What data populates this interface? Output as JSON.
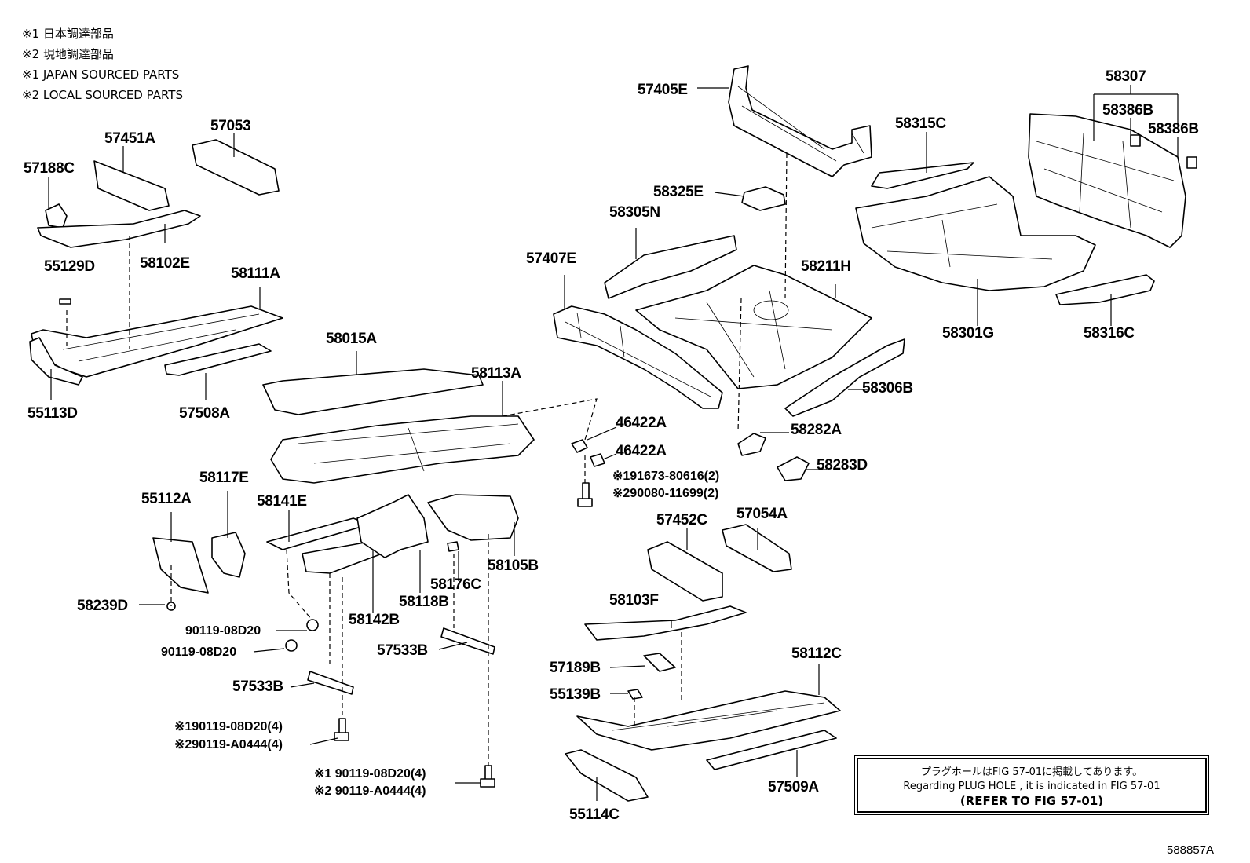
{
  "notes": [
    "※1 日本調達部品",
    "※2 現地調達部品",
    "※1 JAPAN SOURCED PARTS",
    "※2 LOCAL SOURCED PARTS"
  ],
  "labels": {
    "p57405E": "57405E",
    "p58307": "58307",
    "p58386B_a": "58386B",
    "p58386B_b": "58386B",
    "p58315C": "58315C",
    "p57451A": "57451A",
    "p57053": "57053",
    "p57188C": "57188C",
    "p58102E": "58102E",
    "p58325E": "58325E",
    "p58305N": "58305N",
    "p57407E": "57407E",
    "p58211H": "58211H",
    "p58301G": "58301G",
    "p58316C": "58316C",
    "p55129D": "55129D",
    "p58111A": "58111A",
    "p58015A": "58015A",
    "p58306B": "58306B",
    "p55113D": "55113D",
    "p57508A": "57508A",
    "p58113A": "58113A",
    "p46422A_a": "46422A",
    "p46422A_b": "46422A",
    "p58282A": "58282A",
    "p58283D": "58283D",
    "p91673": "※191673-80616(2)",
    "p90080": "※290080-11699(2)",
    "p58117E": "58117E",
    "p55112A": "55112A",
    "p58141E": "58141E",
    "p57452C": "57452C",
    "p57054A": "57054A",
    "p58105B": "58105B",
    "p58118B": "58118B",
    "p58176C": "58176C",
    "p58239D": "58239D",
    "p58142B": "58142B",
    "p58103F": "58103F",
    "p90119a": "90119-08D20",
    "p90119b": "90119-08D20",
    "p57533B_a": "57533B",
    "p57189B": "57189B",
    "p58112C": "58112C",
    "p57533B_b": "57533B",
    "p55139B": "55139B",
    "p90119c1": "※190119-08D20(4)",
    "p90119c2": "※290119-A0444(4)",
    "p90119d1": "※1 90119-08D20(4)",
    "p90119d2": "※2 90119-A0444(4)",
    "p57509A": "57509A",
    "p55114C": "55114C"
  },
  "note_box": {
    "line1": "プラグホールはFIG 57-01に掲載してあります。",
    "line2": "Regarding PLUG HOLE , it is indicated in FIG 57-01",
    "line3": "(REFER TO FIG 57-01)"
  },
  "figure_id": "588857A"
}
